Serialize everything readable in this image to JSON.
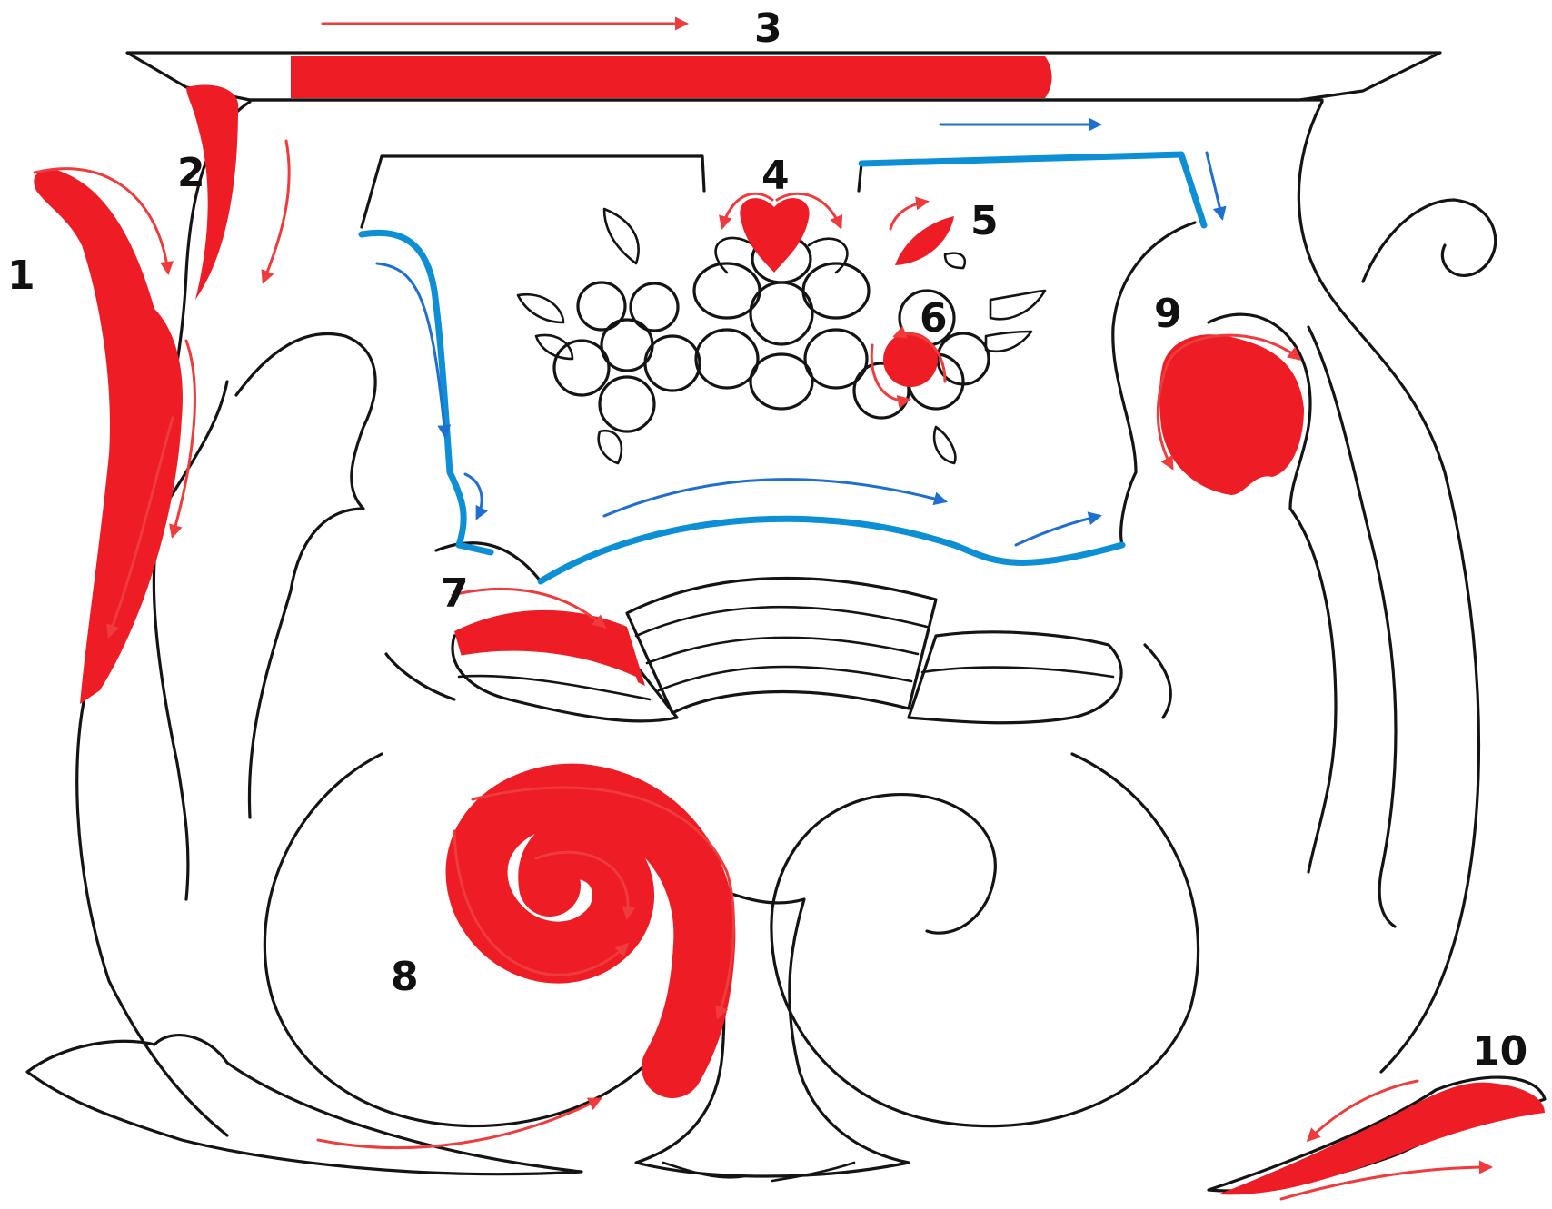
{
  "diagram": {
    "colors": {
      "ink": "#141414",
      "red_stroke": "#ee1c24",
      "red_arrow": "#ef3b3b",
      "blue_stroke": "#0d8fd6",
      "blue_arrow": "#1f6fd1",
      "background": "#ffffff"
    },
    "steps": [
      {
        "label": "1"
      },
      {
        "label": "2"
      },
      {
        "label": "3"
      },
      {
        "label": "4"
      },
      {
        "label": "5"
      },
      {
        "label": "6"
      },
      {
        "label": "7"
      },
      {
        "label": "8"
      },
      {
        "label": "9"
      },
      {
        "label": "10"
      }
    ]
  }
}
